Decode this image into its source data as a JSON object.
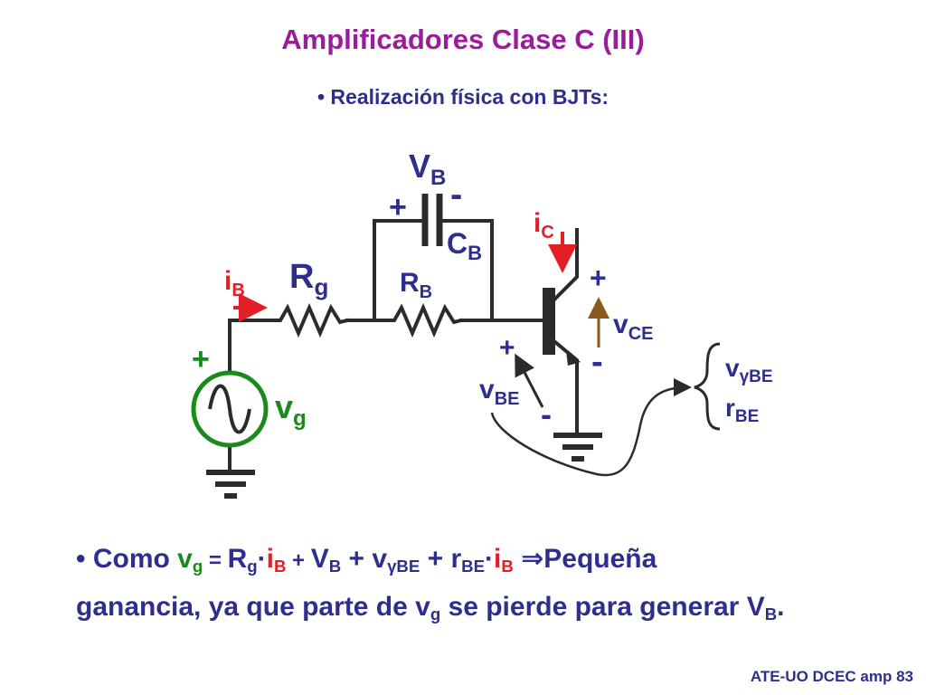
{
  "title": "Amplificadores Clase C (III)",
  "subtitle": "• Realización física con BJTs:",
  "circuit": {
    "vb": {
      "main": "V",
      "sub": "B"
    },
    "cb": {
      "main": "C",
      "sub": "B"
    },
    "rg": {
      "main": "R",
      "sub": "g"
    },
    "rb": {
      "main": "R",
      "sub": "B"
    },
    "ib": {
      "main": "i",
      "sub": "B"
    },
    "ic": {
      "main": "i",
      "sub": "C"
    },
    "vce": {
      "main": "v",
      "sub": "CE"
    },
    "vbe": {
      "main": "v",
      "sub": "BE"
    },
    "vg": {
      "main": "v",
      "sub": "g"
    },
    "vgamma": {
      "main": "v",
      "gamma": "γ",
      "sub": "BE"
    },
    "rbe": {
      "main": "r",
      "sub": "BE"
    },
    "plus": "+",
    "minus": "-"
  },
  "equation": {
    "bullet": "• Como ",
    "vg": "v",
    "vg_sub": "g",
    "eq": " = ",
    "rg": "R",
    "rg_sub": "g",
    "dot": "·",
    "ib": "i",
    "ib_sub": "B",
    "plus": " + ",
    "vb": "V",
    "vb_sub": "B",
    "plus2": " + ",
    "vgamma": "v",
    "vgamma_sub": "γBE",
    "plus3": " + ",
    "rbe": "r",
    "rbe_sub": "BE",
    "dot2": "·",
    "ib2": "i",
    "ib2_sub": "B",
    "implies": "  ⇒",
    "tail1": "Pequeña",
    "line2_a": "ganancia, ya que parte de ",
    "vg2": "v",
    "vg2_sub": "g",
    "line2_b": " se pierde para generar ",
    "vb2": "V",
    "vb2_sub": "B",
    "line2_c": "."
  },
  "footer": "ATE-UO DCEC amp 83",
  "colors": {
    "title": "#9b1c9b",
    "text": "#2e2e8e",
    "current": "#e21f26",
    "source": "#1a8a1a",
    "voltage_arrow": "#8a5a1a",
    "wire": "#2b2b2b"
  }
}
